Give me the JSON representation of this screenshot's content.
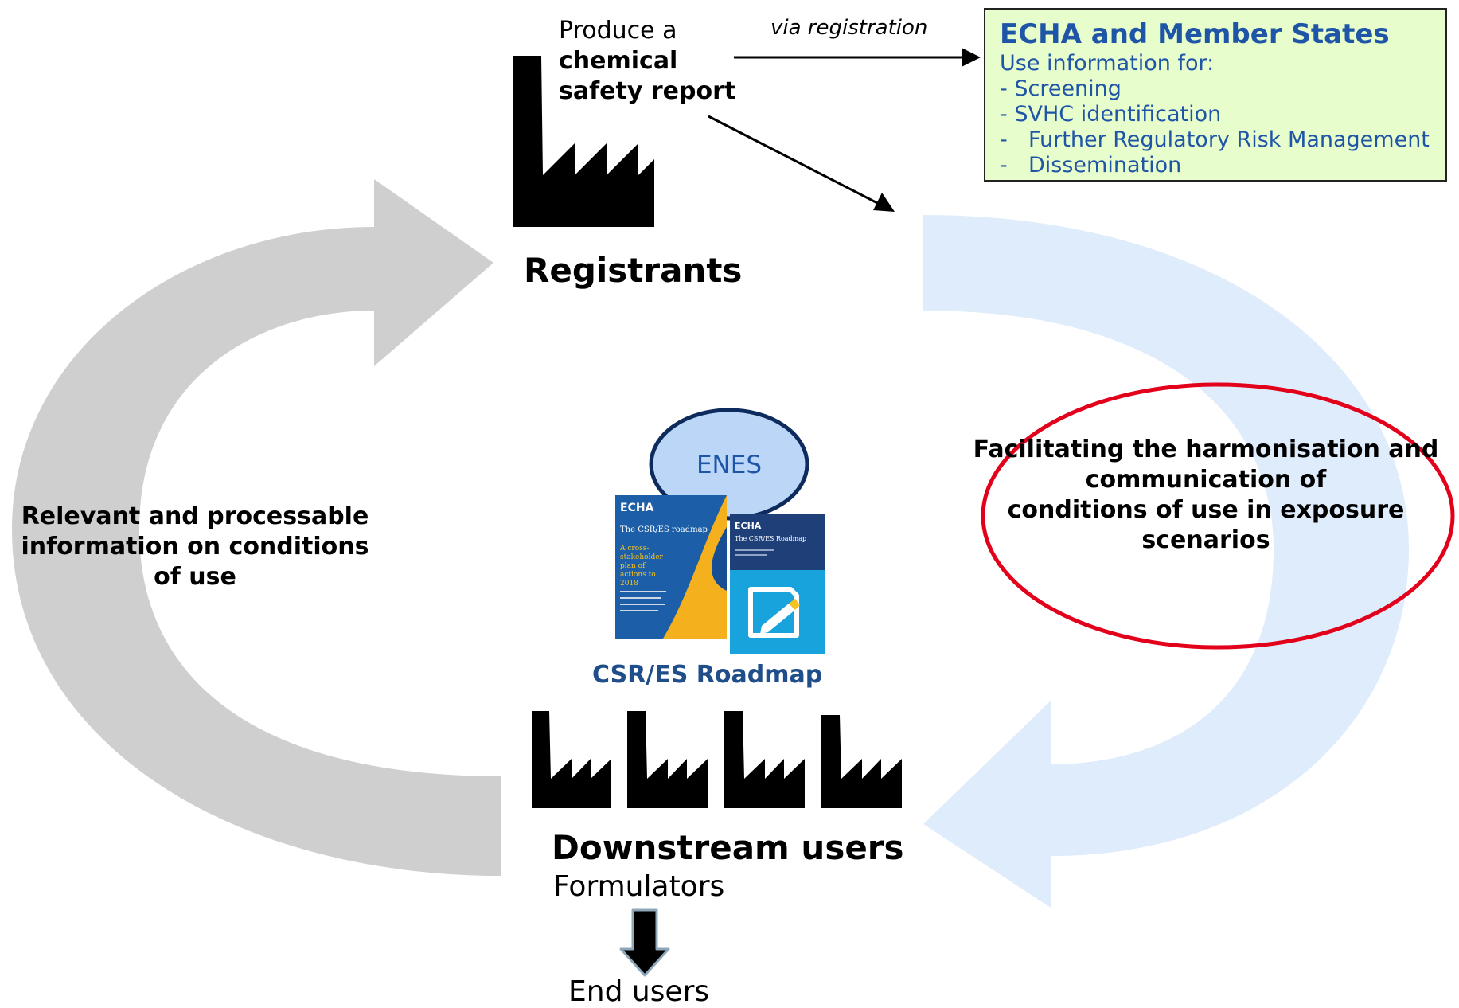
{
  "registrants": {
    "produce_prefix": "Produce a",
    "produce_bold_1": "chemical",
    "produce_bold_2": "safety report",
    "label": "Registrants"
  },
  "via_registration": "via registration",
  "echa_box": {
    "title": "ECHA  and Member States",
    "intro": "Use information for:",
    "items": [
      {
        "dash": "-",
        "text": "Screening"
      },
      {
        "dash": "-",
        "text": "SVHC identification"
      },
      {
        "dash": "-",
        "text": "Further Regulatory Risk Management"
      },
      {
        "dash": "-",
        "text": "Dissemination"
      }
    ]
  },
  "left_label": [
    "Relevant and processable",
    "information on conditions",
    "of use"
  ],
  "right_label": [
    "Facilitating the harmonisation and",
    "communication of",
    "conditions of use in exposure",
    "scenarios"
  ],
  "center": {
    "enes": "ENES",
    "roadmap_caption": "CSR/ES Roadmap",
    "book_left": {
      "brand": "ECHA",
      "title": "The CSR/ES roadmap",
      "subtitle": "A cross-stakeholder plan of actions to 2018"
    },
    "book_right": {
      "brand": "ECHA",
      "title": "The CSR/ES Roadmap"
    }
  },
  "downstream": {
    "label": "Downstream users",
    "formulators": "Formulators",
    "end_users": "End users"
  },
  "colors": {
    "grey_arrow": "#cfcfcf",
    "blue_arrow": "#deecfb",
    "ellipse": "#e3001b",
    "enes_fill": "#bcd6f8",
    "enes_border": "#0d2b5c",
    "echa_box_fill": "#e8fdcc",
    "echa_text": "#1f55a6",
    "roadmap_caption": "#1f4e8a"
  }
}
